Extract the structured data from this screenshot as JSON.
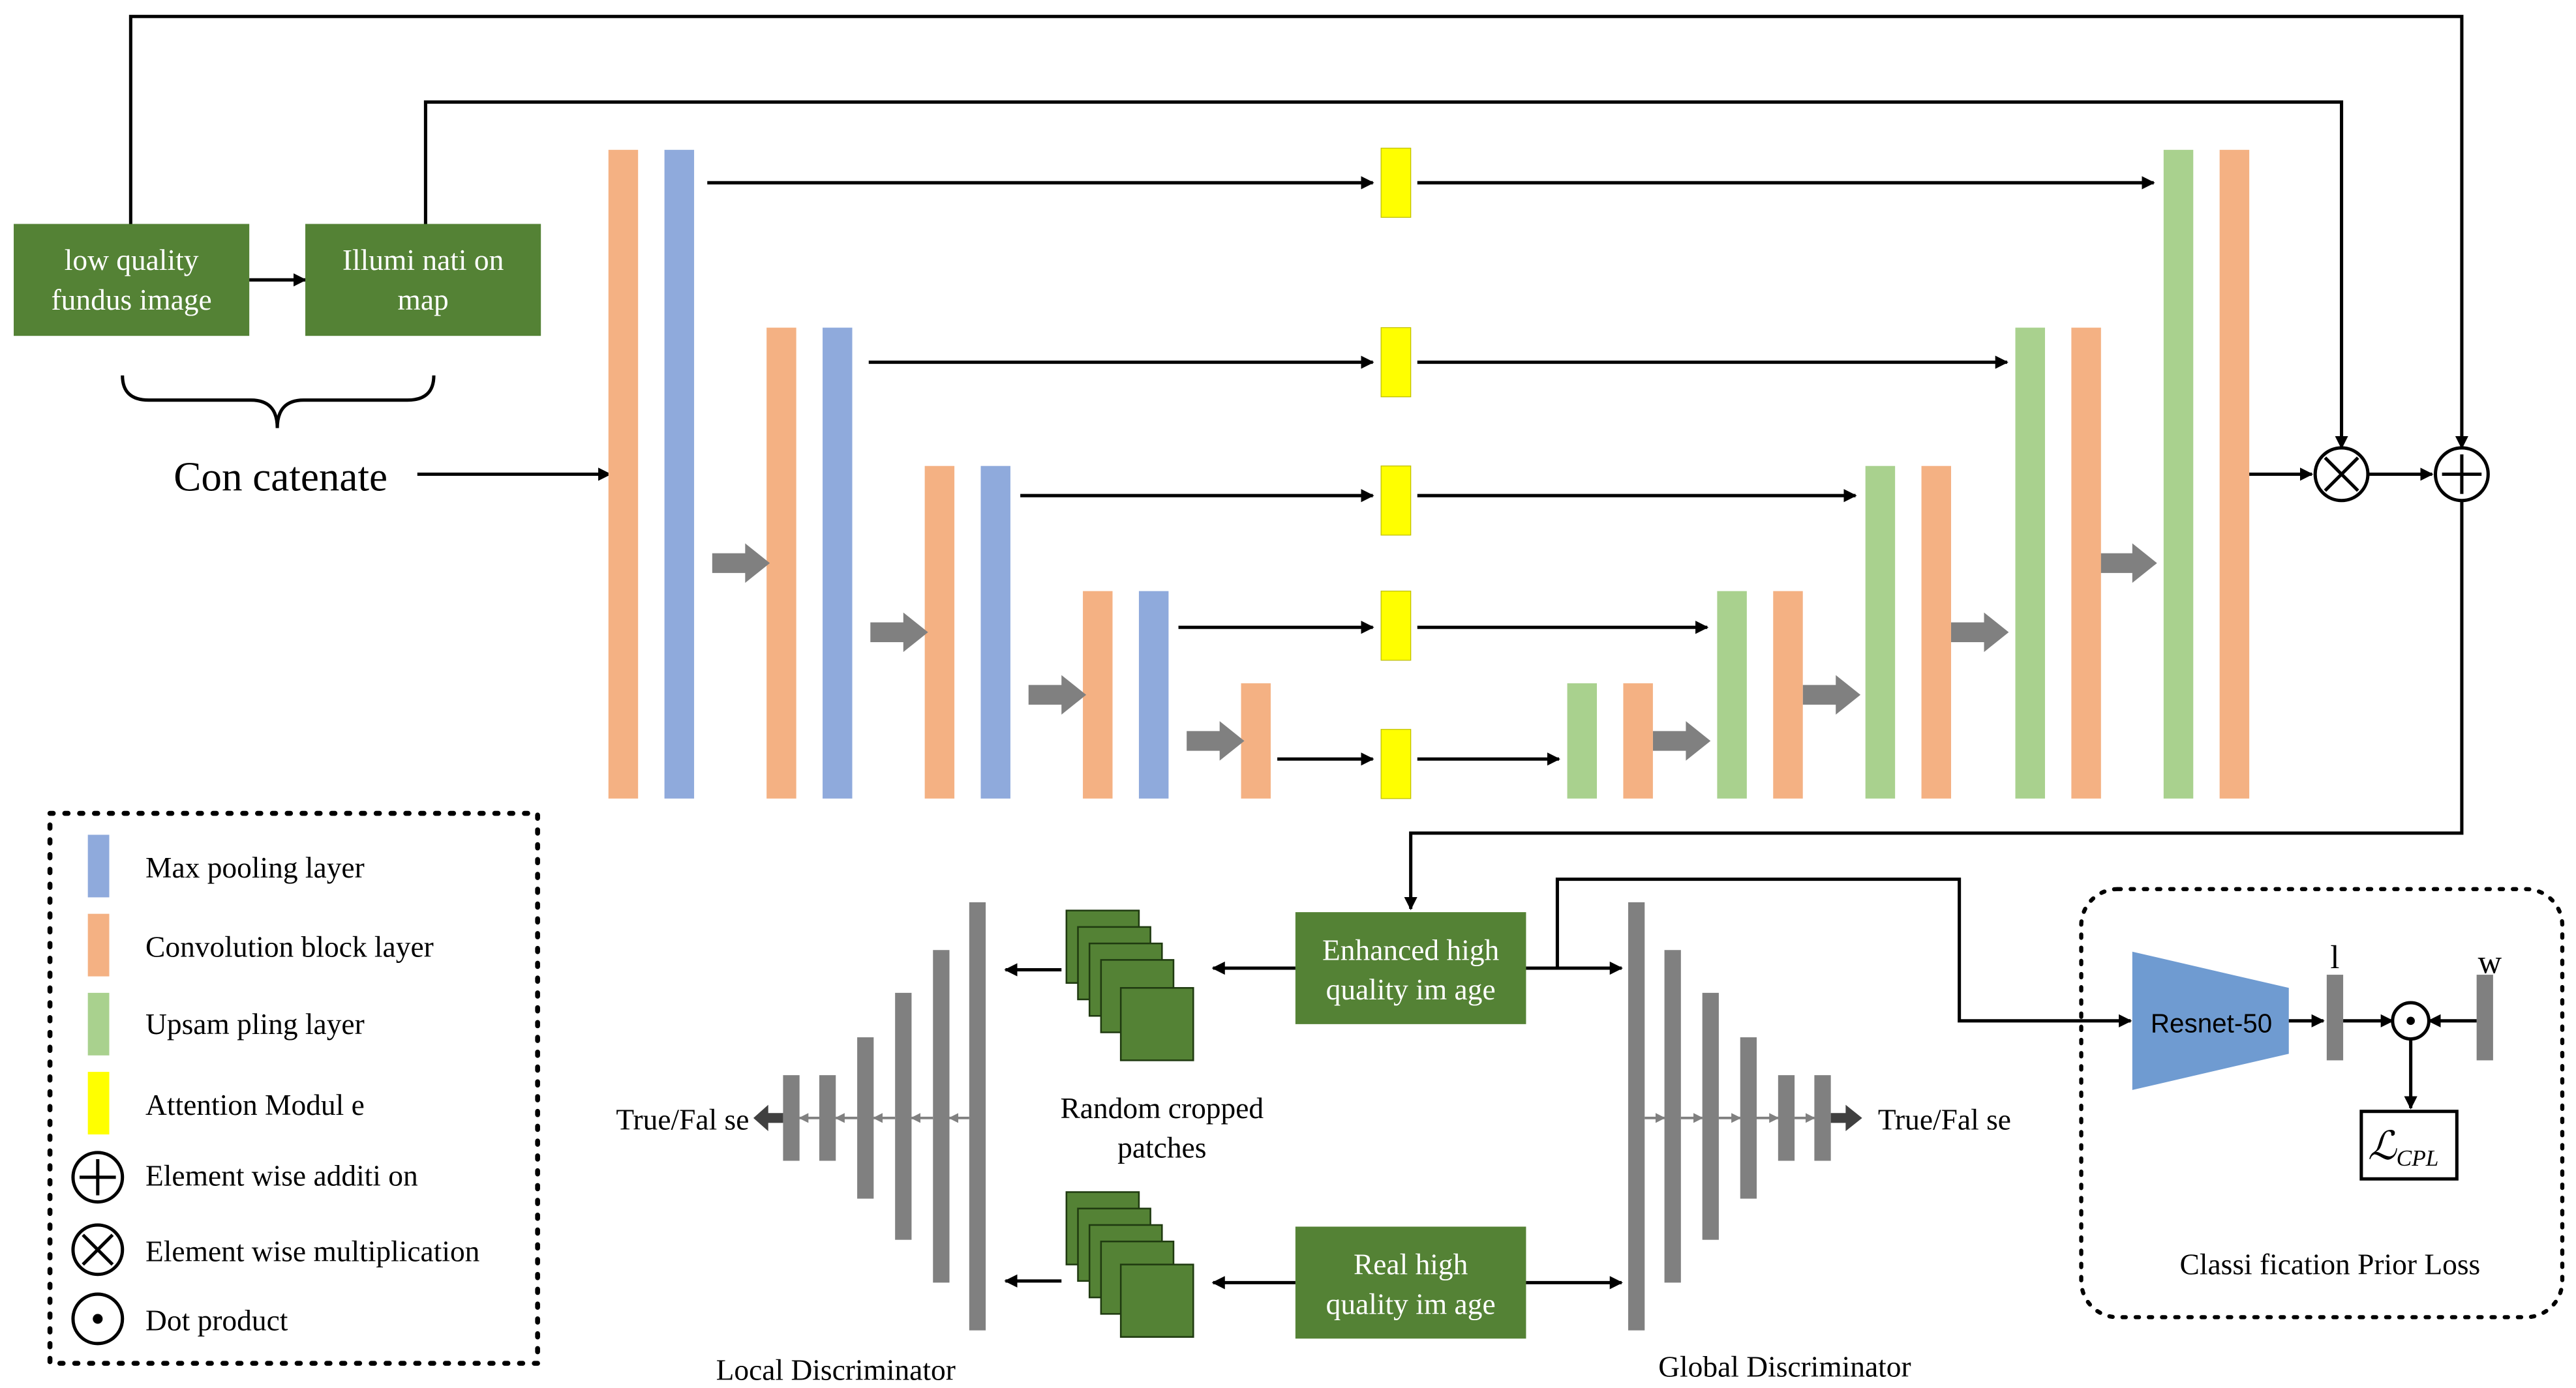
{
  "colors": {
    "pool": "#8faadc",
    "conv": "#f4b183",
    "upsample": "#a9d18e",
    "attention": "#ffff00",
    "green_box": "#548235",
    "gray_bar": "#808080",
    "resnet": "#6f9bd1",
    "line": "#000000"
  },
  "inputs": {
    "low_quality": [
      "low quality",
      "fundus image"
    ],
    "illumination": [
      "Illumi nati on",
      "map"
    ],
    "concatenate": "Con catenate"
  },
  "outputs": {
    "enhanced": [
      "Enhanced high",
      "quality im age"
    ],
    "real": [
      "Real high",
      "quality im age"
    ]
  },
  "discriminators": {
    "local_title": "Local Discriminator",
    "global_title": "Global Discriminator",
    "local_output": "True/Fal se",
    "global_output": "True/Fal se",
    "patches_label": [
      "Random cropped",
      "patches"
    ]
  },
  "cpl": {
    "resnet_label": "Resnet-50",
    "l_label": "l",
    "w_label": "w",
    "loss_symbol": "ℒ",
    "loss_subscript": "CPL",
    "title": "Classi fication Prior Loss"
  },
  "legend": [
    {
      "label": "Max pooling layer",
      "icon": "pool-swatch"
    },
    {
      "label": "Convolution block layer",
      "icon": "conv-swatch"
    },
    {
      "label": "Upsam pling layer",
      "icon": "upsample-swatch"
    },
    {
      "label": "Attention Modul e",
      "icon": "attention-swatch"
    },
    {
      "label": "Element wise additi on",
      "icon": "plus-circle-icon"
    },
    {
      "label": "Element wise multiplication",
      "icon": "times-circle-icon"
    },
    {
      "label": "Dot product",
      "icon": "dot-circle-icon"
    }
  ]
}
